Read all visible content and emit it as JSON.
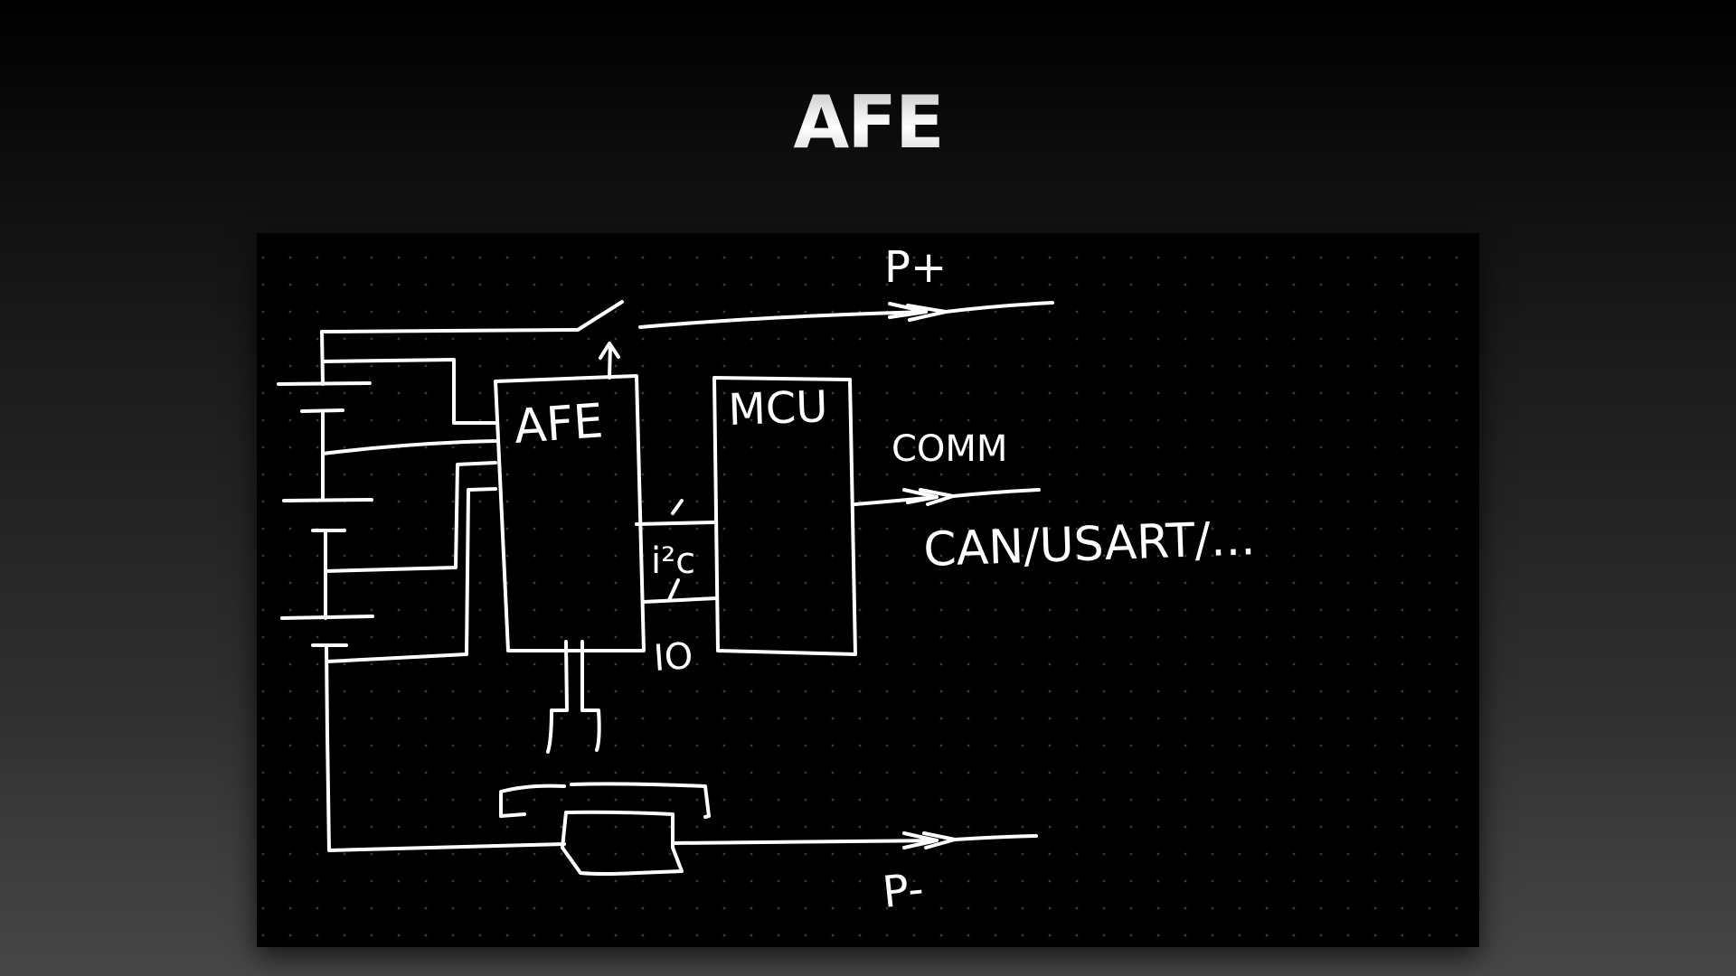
{
  "slide": {
    "title": "AFE"
  },
  "diagram": {
    "labels": {
      "afe_block": "AFE",
      "mcu_block": "MCU",
      "p_plus": "P+",
      "p_minus": "P-",
      "comm": "COMM",
      "comm_protocols": "CAN/USART/...",
      "i2c": "i²c",
      "io": "IO"
    }
  }
}
